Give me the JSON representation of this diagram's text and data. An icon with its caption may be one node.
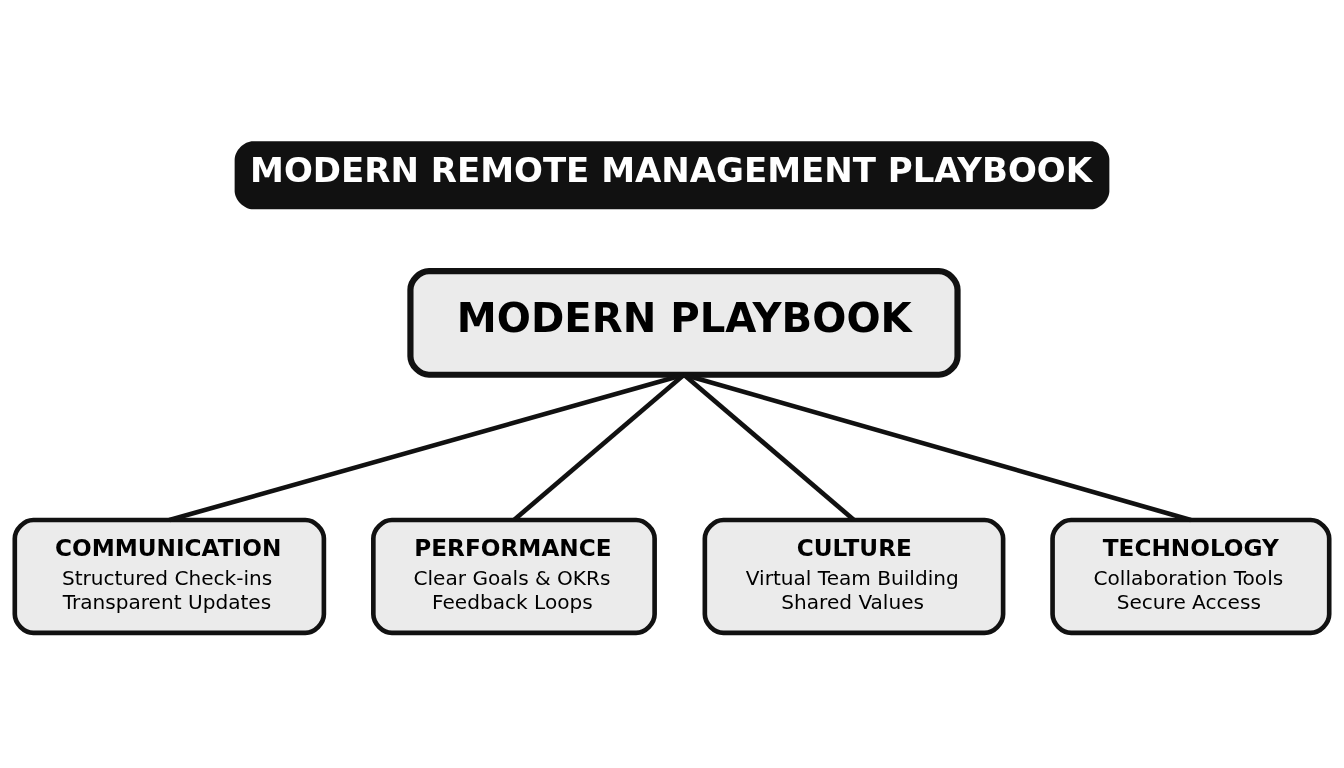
{
  "diagram": {
    "title": "MODERN REMOTE MANAGEMENT PLAYBOOK",
    "nodes": [
      {
        "text": [
          "MODERN PLAYBOOK"
        ]
      },
      {
        "text": [
          "COMMUNICATION",
          "Structured Check-ins",
          "Transparent Updates"
        ]
      },
      {
        "text": [
          "PERFORMANCE",
          "Clear Goals & OKRs",
          "Feedback Loops"
        ]
      },
      {
        "text": [
          "CULTURE",
          "Virtual Team Building",
          "Shared Values"
        ]
      },
      {
        "text": [
          "TECHNOLOGY",
          "Collaboration Tools",
          "Secure Access"
        ]
      }
    ],
    "edges": [
      {
        "from": 0,
        "to": 1,
        "arrow": "none"
      },
      {
        "from": 0,
        "to": 2,
        "arrow": "none"
      },
      {
        "from": 0,
        "to": 3,
        "arrow": "none"
      },
      {
        "from": 0,
        "to": 4,
        "arrow": "none"
      }
    ]
  }
}
